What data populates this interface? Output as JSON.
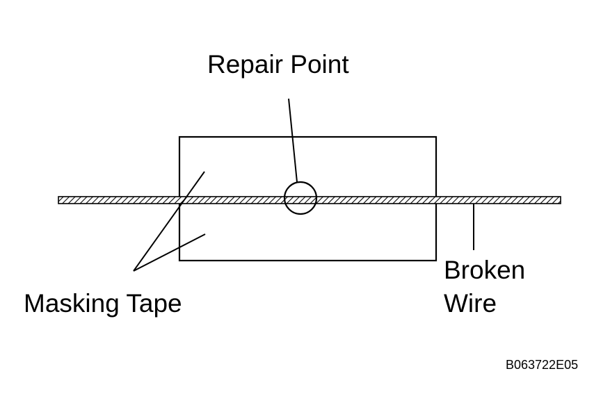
{
  "labels": {
    "repair_point": "Repair Point",
    "masking_tape": "Masking Tape",
    "broken_wire_line1": "Broken",
    "broken_wire_line2": "Wire",
    "figure_code": "B063722E05"
  },
  "colors": {
    "ink": "#000000",
    "paper": "#ffffff"
  }
}
